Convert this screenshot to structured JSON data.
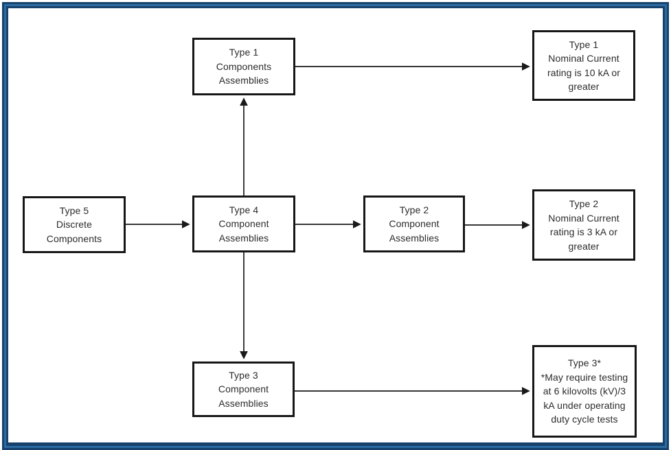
{
  "diagram": {
    "title": "Component type classification flowchart",
    "colors": {
      "frame_dark": "#16426c",
      "frame_light": "#2d6ba1",
      "box_border": "#161616",
      "text": "#2b2b2b",
      "arrow": "#1a1a1a",
      "background": "#ffffff"
    },
    "nodes": {
      "type1_assemblies": {
        "text": "Type 1\nComponents\nAssemblies"
      },
      "type1_rating": {
        "text": "Type 1\nNominal Current\nrating is 10 kA or\ngreater"
      },
      "type5_discrete": {
        "text": "Type 5\nDiscrete\nComponents"
      },
      "type4_assemblies": {
        "text": "Type 4\nComponent\nAssemblies"
      },
      "type2_assemblies": {
        "text": "Type 2\nComponent\nAssemblies"
      },
      "type2_rating": {
        "text": "Type 2\nNominal Current\nrating is 3 kA or\ngreater"
      },
      "type3_assemblies": {
        "text": "Type 3\nComponent\nAssemblies"
      },
      "type3_rating": {
        "text": "Type 3*\n*May require testing\nat 6 kilovolts (kV)/3\nkA under operating\nduty cycle tests"
      }
    },
    "edges": [
      {
        "from": "type4_assemblies",
        "to": "type1_assemblies"
      },
      {
        "from": "type1_assemblies",
        "to": "type1_rating"
      },
      {
        "from": "type5_discrete",
        "to": "type4_assemblies"
      },
      {
        "from": "type4_assemblies",
        "to": "type2_assemblies"
      },
      {
        "from": "type2_assemblies",
        "to": "type2_rating"
      },
      {
        "from": "type4_assemblies",
        "to": "type3_assemblies"
      },
      {
        "from": "type3_assemblies",
        "to": "type3_rating"
      }
    ]
  }
}
